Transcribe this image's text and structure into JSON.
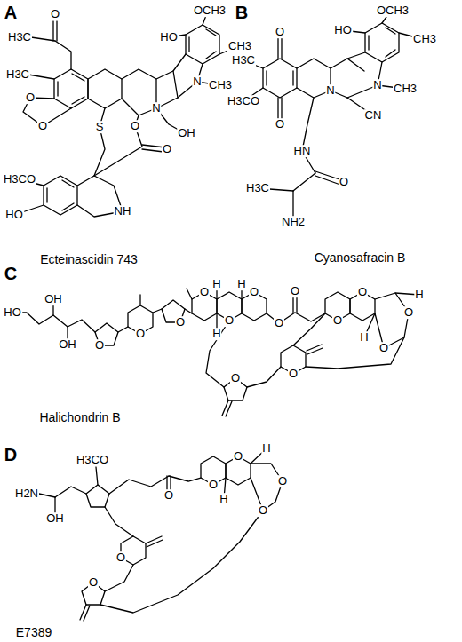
{
  "diagram": {
    "labels": [
      "A",
      "O",
      "H3C",
      "HO",
      "OCH3",
      "CH3",
      "H3C",
      "N",
      "CH3",
      "O",
      "O",
      "N",
      "OH",
      "S",
      "O",
      "O",
      "H3CO",
      "HO",
      "NH",
      "Ecteinascidin 743",
      "B",
      "O",
      "HO",
      "OCH3",
      "H3C",
      "CH3",
      "N",
      "CH3",
      "N",
      "H3CO",
      "O",
      "CN",
      "HN",
      "O",
      "H3C",
      "NH2",
      "Cyanosafracin B",
      "C",
      "OH",
      "HO",
      "OH",
      "O",
      "O",
      "O",
      "O",
      "H",
      "H",
      "O",
      "H",
      "O",
      "O",
      "O",
      "O",
      "O",
      "O",
      "O",
      "H",
      "H",
      "O",
      "O",
      "Halichondrin B",
      "D",
      "H3CO",
      "H2N",
      "OH",
      "O",
      "O",
      "O",
      "H",
      "O",
      "O",
      "H",
      "O",
      "O",
      "E7389"
    ]
  }
}
